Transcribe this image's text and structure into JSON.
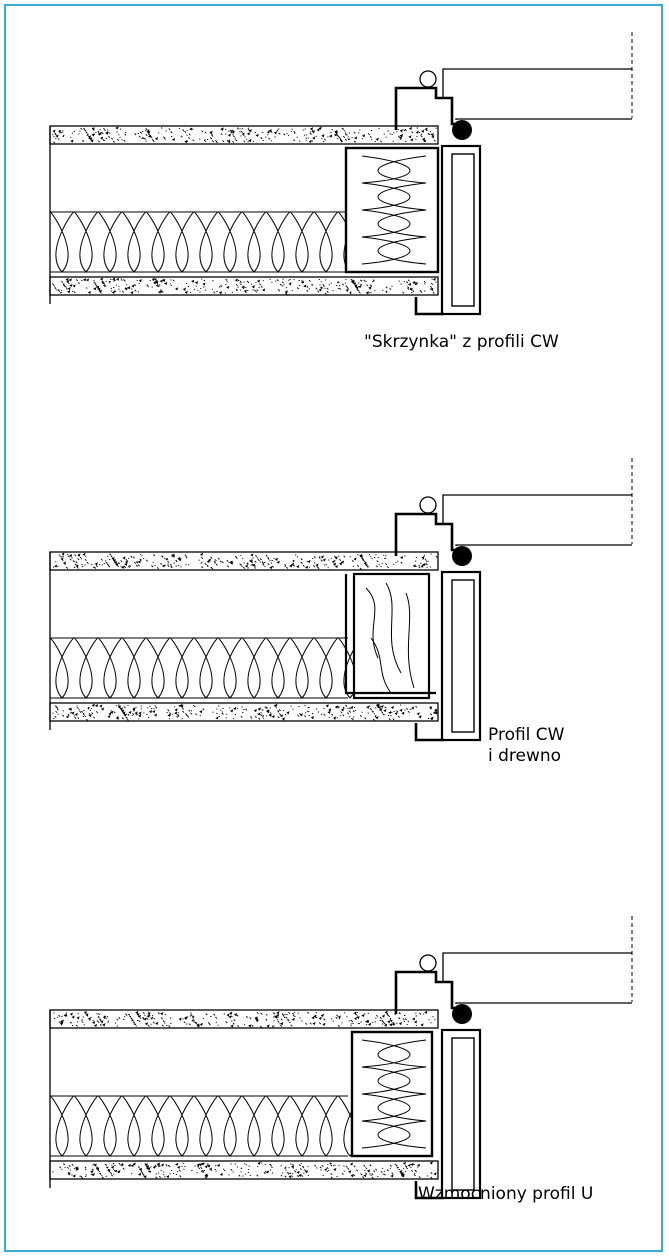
{
  "colors": {
    "frame": "#3aa9d8",
    "ink": "#000000",
    "background": "#ffffff"
  },
  "details": [
    {
      "id": "cw-box",
      "caption_lines": [
        "\"Skrzynka\" z profili CW"
      ],
      "core": "insulation"
    },
    {
      "id": "cw-wood",
      "caption_lines": [
        "Profil CW",
        "i drewno"
      ],
      "core": "wood"
    },
    {
      "id": "u-reinforced",
      "caption_lines": [
        "Wzmocniony profil U"
      ],
      "core": "insulation-u"
    }
  ]
}
